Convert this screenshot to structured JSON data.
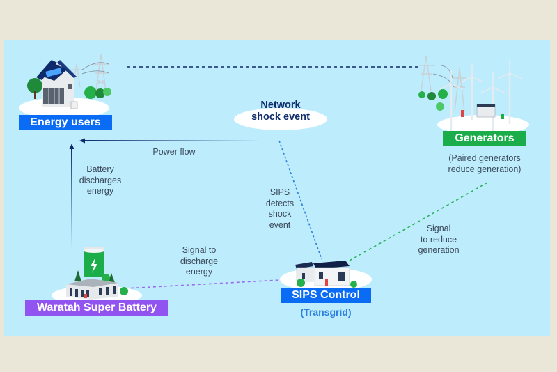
{
  "nodes": {
    "energy_users": {
      "label": "Energy users",
      "color": "#0a6cf5"
    },
    "generators": {
      "label": "Generators",
      "color": "#1aad4a",
      "caption": [
        "(Paired generators",
        "reduce generation)"
      ]
    },
    "network_shock": {
      "label": [
        "Network",
        "shock event"
      ],
      "color": "#0e2a6b"
    },
    "battery": {
      "label": "Waratah Super Battery",
      "color": "#9254f0"
    },
    "sips": {
      "label": "SIPS Control",
      "sublabel": "(Transgrid)",
      "color": "#0a6cf5",
      "sublabel_color": "#2a7fe0"
    }
  },
  "flows": {
    "power_flow": "Power flow",
    "battery_discharges": [
      "Battery",
      "discharges",
      "energy"
    ],
    "sips_detects": [
      "SIPS",
      "detects",
      "shock",
      "event"
    ],
    "signal_discharge": [
      "Signal to",
      "discharge",
      "energy"
    ],
    "signal_reduce": [
      "Signal",
      "to reduce",
      "generation"
    ]
  },
  "colors": {
    "background": "#ebe7d8",
    "panel": "#bdecfc",
    "transmission_line": "#0e2a6b",
    "detect_line": "#2a7fe0",
    "discharge_signal": "#9a6df0",
    "reduce_signal": "#2ab55a"
  }
}
